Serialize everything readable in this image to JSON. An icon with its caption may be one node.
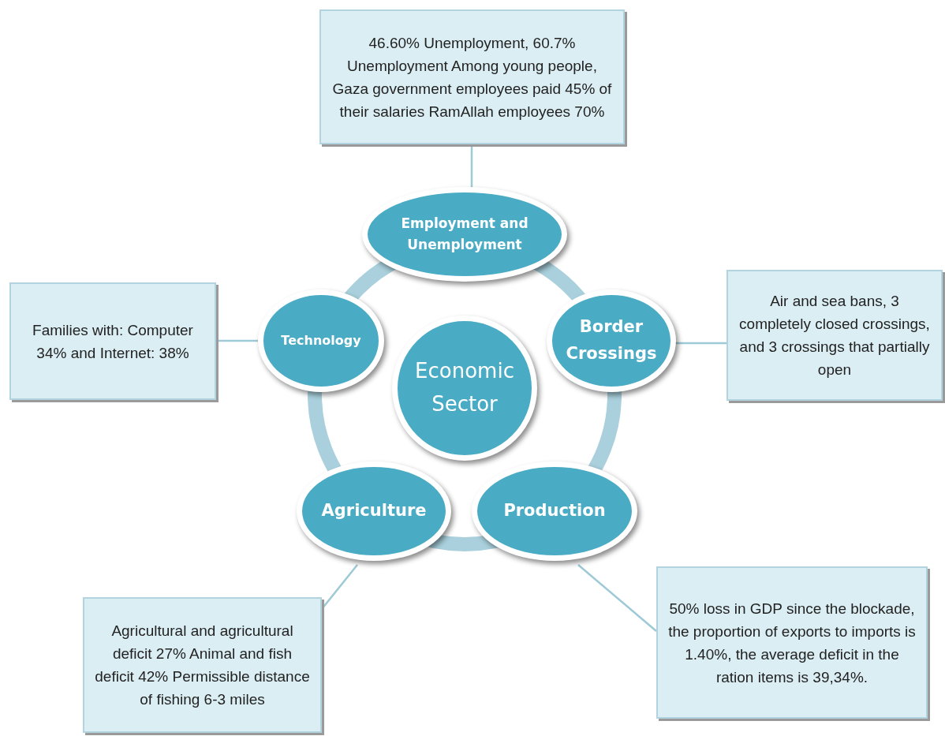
{
  "diagram": {
    "nodes": [
      {
        "text": [
          "Economic Sector"
        ]
      },
      {
        "text": [
          "Employment and Unemployment"
        ]
      },
      {
        "text": [
          "Border Crossings"
        ]
      },
      {
        "text": [
          "Production"
        ]
      },
      {
        "text": [
          "Agriculture"
        ]
      },
      {
        "text": [
          "Technology"
        ]
      },
      {
        "text": [
          "46.60% Unemployment, 60.7% Unemployment Among young people, Gaza government employees paid 45% of their salaries RamAllah employees 70%"
        ]
      },
      {
        "text": [
          "Air and sea bans, 3 completely closed crossings, and 3 crossings that partially open"
        ]
      },
      {
        "text": [
          "50% loss in GDP since the blockade, the proportion of exports to imports is 1.40%, the average deficit in the ration items is 39,34%."
        ]
      },
      {
        "text": [
          "Agricultural and agricultural deficit 27% Animal and fish deficit 42% Permissible distance of fishing 6-3 miles"
        ]
      },
      {
        "text": [
          "Families with: Computer 34% and Internet: 38%"
        ]
      }
    ],
    "edges": [
      {
        "from": 6,
        "to": 1,
        "arrow": "none"
      },
      {
        "from": 7,
        "to": 2,
        "arrow": "none"
      },
      {
        "from": 8,
        "to": 3,
        "arrow": "none"
      },
      {
        "from": 9,
        "to": 4,
        "arrow": "none"
      },
      {
        "from": 10,
        "to": 5,
        "arrow": "none"
      }
    ]
  }
}
